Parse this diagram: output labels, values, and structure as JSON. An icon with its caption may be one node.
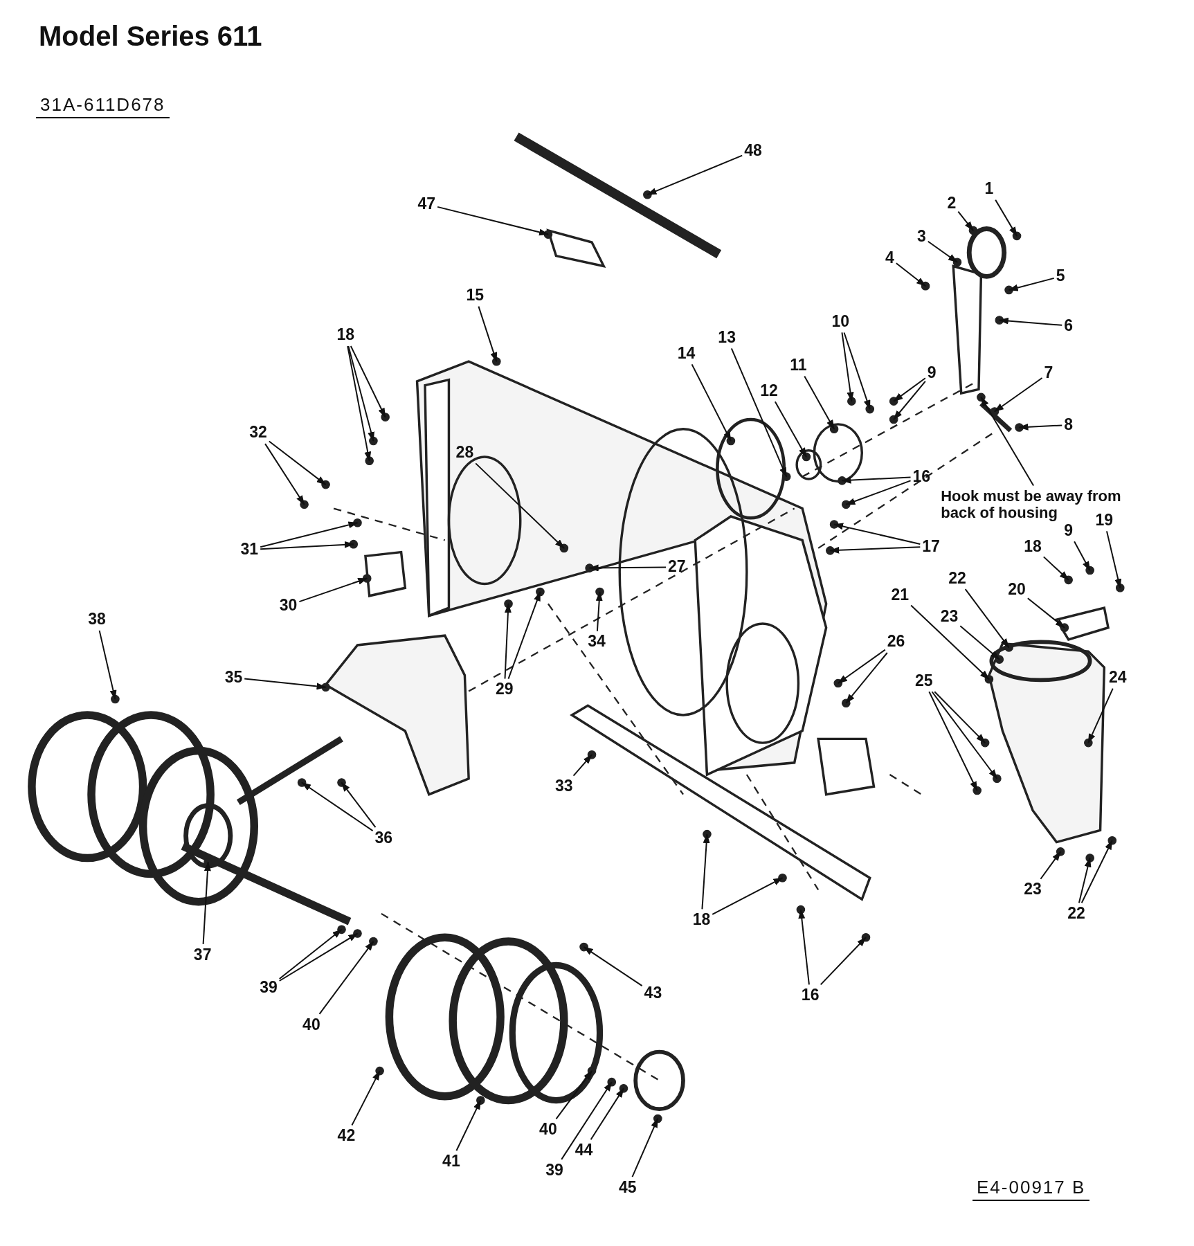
{
  "diagram": {
    "title": "Model Series 611",
    "nodes": [
      {
        "text": [
          "48"
        ]
      },
      {
        "text": [
          "47"
        ]
      },
      {
        "text": [
          "1"
        ]
      },
      {
        "text": [
          "2"
        ]
      },
      {
        "text": [
          "3"
        ]
      },
      {
        "text": [
          "4"
        ]
      },
      {
        "text": [
          "5"
        ]
      },
      {
        "text": [
          "15"
        ]
      },
      {
        "text": [
          "6"
        ]
      },
      {
        "text": [
          "10"
        ]
      },
      {
        "text": [
          "18"
        ]
      },
      {
        "text": [
          "14"
        ]
      },
      {
        "text": [
          "13"
        ]
      },
      {
        "text": [
          "11"
        ]
      },
      {
        "text": [
          "9"
        ]
      },
      {
        "text": [
          "7"
        ]
      },
      {
        "text": [
          "12"
        ]
      },
      {
        "text": [
          "8"
        ]
      },
      {
        "text": [
          "32"
        ]
      },
      {
        "text": [
          "28"
        ]
      },
      {
        "text": [
          "16"
        ]
      },
      {
        "text": [
          "Hook must be away from back of housing"
        ]
      },
      {
        "text": [
          "19"
        ]
      },
      {
        "text": [
          "9"
        ]
      },
      {
        "text": [
          "17"
        ]
      },
      {
        "text": [
          "31"
        ]
      },
      {
        "text": [
          "18"
        ]
      },
      {
        "text": [
          "27"
        ]
      },
      {
        "text": [
          "22"
        ]
      },
      {
        "text": [
          "20"
        ]
      },
      {
        "text": [
          "21"
        ]
      },
      {
        "text": [
          "30"
        ]
      },
      {
        "text": [
          "23"
        ]
      },
      {
        "text": [
          "38"
        ]
      },
      {
        "text": [
          "34"
        ]
      },
      {
        "text": [
          "26"
        ]
      },
      {
        "text": [
          "35"
        ]
      },
      {
        "text": [
          "25"
        ]
      },
      {
        "text": [
          "24"
        ]
      },
      {
        "text": [
          "29"
        ]
      },
      {
        "text": [
          "33"
        ]
      },
      {
        "text": [
          "36"
        ]
      },
      {
        "text": [
          "23"
        ]
      },
      {
        "text": [
          "18"
        ]
      },
      {
        "text": [
          "22"
        ]
      },
      {
        "text": [
          "37"
        ]
      },
      {
        "text": [
          "39"
        ]
      },
      {
        "text": [
          "43"
        ]
      },
      {
        "text": [
          "16"
        ]
      },
      {
        "text": [
          "40"
        ]
      },
      {
        "text": [
          "40"
        ]
      },
      {
        "text": [
          "42"
        ]
      },
      {
        "text": [
          "44"
        ]
      },
      {
        "text": [
          "41"
        ]
      },
      {
        "text": [
          "39"
        ]
      },
      {
        "text": [
          "45"
        ]
      }
    ],
    "edges": [
      {
        "from": 0,
        "to": null,
        "arrow": "to"
      },
      {
        "from": 1,
        "to": null,
        "arrow": "to"
      },
      {
        "from": 2,
        "to": null,
        "arrow": "to"
      },
      {
        "from": 3,
        "to": null,
        "arrow": "to"
      },
      {
        "from": 4,
        "to": null,
        "arrow": "to"
      },
      {
        "from": 5,
        "to": null,
        "arrow": "to"
      },
      {
        "from": 6,
        "to": null,
        "arrow": "to"
      },
      {
        "from": 7,
        "to": null,
        "arrow": "to"
      },
      {
        "from": 8,
        "to": null,
        "arrow": "to"
      },
      {
        "from": 9,
        "to": null,
        "arrow": "to"
      },
      {
        "from": 9,
        "to": null,
        "arrow": "to"
      },
      {
        "from": 10,
        "to": null,
        "arrow": "to"
      },
      {
        "from": 10,
        "to": null,
        "arrow": "to"
      },
      {
        "from": 10,
        "to": null,
        "arrow": "to"
      },
      {
        "from": 11,
        "to": null,
        "arrow": "to"
      },
      {
        "from": 12,
        "to": null,
        "arrow": "to"
      },
      {
        "from": 13,
        "to": null,
        "arrow": "to"
      },
      {
        "from": 14,
        "to": null,
        "arrow": "to"
      },
      {
        "from": 14,
        "to": null,
        "arrow": "to"
      },
      {
        "from": 15,
        "to": null,
        "arrow": "to"
      },
      {
        "from": 16,
        "to": null,
        "arrow": "to"
      },
      {
        "from": 17,
        "to": null,
        "arrow": "to"
      },
      {
        "from": 18,
        "to": null,
        "arrow": "to"
      },
      {
        "from": 18,
        "to": null,
        "arrow": "to"
      },
      {
        "from": 19,
        "to": null,
        "arrow": "to"
      },
      {
        "from": 20,
        "to": null,
        "arrow": "to"
      },
      {
        "from": 20,
        "to": null,
        "arrow": "to"
      },
      {
        "from": 21,
        "to": null,
        "arrow": "to"
      },
      {
        "from": 22,
        "to": null,
        "arrow": "to"
      },
      {
        "from": 23,
        "to": null,
        "arrow": "to"
      },
      {
        "from": 24,
        "to": null,
        "arrow": "to"
      },
      {
        "from": 24,
        "to": null,
        "arrow": "to"
      },
      {
        "from": 25,
        "to": null,
        "arrow": "to"
      },
      {
        "from": 25,
        "to": null,
        "arrow": "to"
      },
      {
        "from": 26,
        "to": null,
        "arrow": "to"
      },
      {
        "from": 27,
        "to": null,
        "arrow": "to"
      },
      {
        "from": 28,
        "to": null,
        "arrow": "to"
      },
      {
        "from": 29,
        "to": null,
        "arrow": "to"
      },
      {
        "from": 30,
        "to": null,
        "arrow": "to"
      },
      {
        "from": 31,
        "to": null,
        "arrow": "to"
      },
      {
        "from": 32,
        "to": null,
        "arrow": "to"
      },
      {
        "from": 33,
        "to": null,
        "arrow": "to"
      },
      {
        "from": 34,
        "to": null,
        "arrow": "to"
      },
      {
        "from": 35,
        "to": null,
        "arrow": "to"
      },
      {
        "from": 35,
        "to": null,
        "arrow": "to"
      },
      {
        "from": 36,
        "to": null,
        "arrow": "to"
      },
      {
        "from": 37,
        "to": null,
        "arrow": "to"
      },
      {
        "from": 37,
        "to": null,
        "arrow": "to"
      },
      {
        "from": 37,
        "to": null,
        "arrow": "to"
      },
      {
        "from": 38,
        "to": null,
        "arrow": "to"
      },
      {
        "from": 39,
        "to": null,
        "arrow": "to"
      },
      {
        "from": 39,
        "to": null,
        "arrow": "to"
      },
      {
        "from": 40,
        "to": null,
        "arrow": "to"
      },
      {
        "from": 41,
        "to": null,
        "arrow": "to"
      },
      {
        "from": 41,
        "to": null,
        "arrow": "to"
      },
      {
        "from": 42,
        "to": null,
        "arrow": "to"
      },
      {
        "from": 43,
        "to": null,
        "arrow": "to"
      },
      {
        "from": 43,
        "to": null,
        "arrow": "to"
      },
      {
        "from": 44,
        "to": null,
        "arrow": "to"
      },
      {
        "from": 44,
        "to": null,
        "arrow": "to"
      },
      {
        "from": 45,
        "to": null,
        "arrow": "to"
      },
      {
        "from": 46,
        "to": null,
        "arrow": "to"
      },
      {
        "from": 46,
        "to": null,
        "arrow": "to"
      },
      {
        "from": 47,
        "to": null,
        "arrow": "to"
      },
      {
        "from": 48,
        "to": null,
        "arrow": "to"
      },
      {
        "from": 48,
        "to": null,
        "arrow": "to"
      },
      {
        "from": 49,
        "to": null,
        "arrow": "to"
      },
      {
        "from": 50,
        "to": null,
        "arrow": "to"
      },
      {
        "from": 51,
        "to": null,
        "arrow": "to"
      },
      {
        "from": 52,
        "to": null,
        "arrow": "to"
      },
      {
        "from": 53,
        "to": null,
        "arrow": "to"
      },
      {
        "from": 54,
        "to": null,
        "arrow": "to"
      },
      {
        "from": 55,
        "to": null,
        "arrow": "to"
      }
    ],
    "labels": [
      "31A-611D678",
      "E4-00917 B"
    ]
  }
}
